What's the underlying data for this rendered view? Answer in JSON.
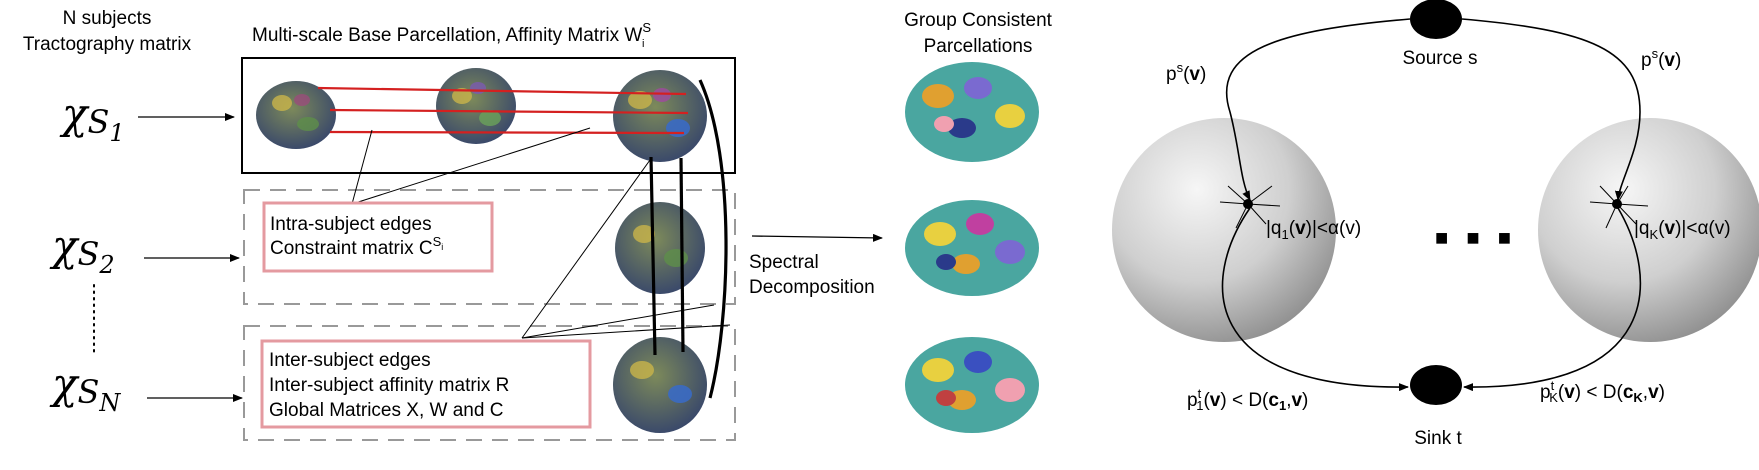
{
  "left_panel": {
    "col1_header_line1": "N subjects",
    "col1_header_line2": "Tractography matrix",
    "col2_header": "Multi-scale Base Parcellation, Affinity Matrix W",
    "col2_header_sup": "S",
    "col2_header_sub": "i",
    "col3_header_line1": "Group Consistent",
    "col3_header_line2": "Parcellations",
    "subjects": [
      {
        "chi": "χ",
        "sub": "S",
        "subsub": "1"
      },
      {
        "chi": "χ",
        "sub": "S",
        "subsub": "2"
      },
      {
        "chi": "χ",
        "sub": "S",
        "subsub": "N"
      }
    ],
    "box1_line1": "Intra-subject edges",
    "box1_line2": "Constraint matrix C",
    "box1_sup": "S",
    "box1_supsub": "i",
    "box2_line1": "Inter-subject edges",
    "box2_line2": "Inter-subject affinity matrix R",
    "box2_line3": "Global Matrices X, W and C",
    "spectral_line1": "Spectral",
    "spectral_line2": "Decomposition"
  },
  "right_panel": {
    "source_label": "Source s",
    "sink_label": "Sink t",
    "left_top_label": {
      "p": "p",
      "sup": "s",
      "open": "(",
      "bold": "v",
      "close": ")"
    },
    "right_top_label": {
      "p": "p",
      "sup": "s",
      "open": "(",
      "bold": "v",
      "close": ")"
    },
    "left_ball_label": {
      "open": "|q",
      "sub": "1",
      "paren": "(",
      "bold": "v",
      "rest": ")|<α(v)"
    },
    "right_ball_label": {
      "open": "|q",
      "sub": "K",
      "paren": "(",
      "bold": "v",
      "rest": ")|<α(v)"
    },
    "ellipsis": "■ ■ ■",
    "left_bottom_label": {
      "p": "p",
      "sup": "t",
      "sub": "1",
      "open": "(",
      "bold1": "v",
      "mid": ") < D(",
      "bold2": "c",
      "bold2sub": "1",
      "comma": ",",
      "bold3": "v",
      "close": ")"
    },
    "right_bottom_label": {
      "p": "p",
      "sup": "t",
      "sub": "K",
      "open": "(",
      "bold1": "v",
      "mid": ") < D(",
      "bold2": "c",
      "bold2sub": "K",
      "comma": ",",
      "bold3": "v",
      "close": ")"
    }
  },
  "colors": {
    "red_edge": "#d42020",
    "pink_box": "#e49aa0",
    "dash_gray": "#999999",
    "node": "#000000"
  }
}
